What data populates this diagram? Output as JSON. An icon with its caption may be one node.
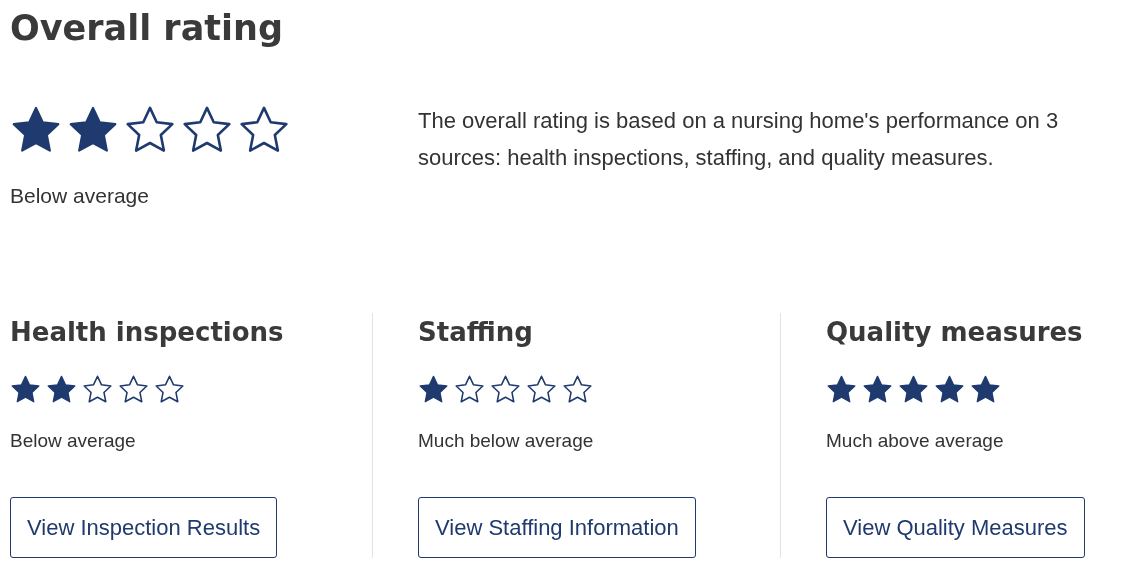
{
  "diagram": {
    "title": "Overall rating",
    "nodes": [
      {
        "text": [
          "View Inspection Results"
        ]
      },
      {
        "text": [
          "View Staffing Information"
        ]
      },
      {
        "text": [
          "View Quality Measures"
        ]
      }
    ],
    "labels": [
      "Below average",
      "The overall rating is based on a nursing home's performance on 3 sources: health inspections, staffing, and quality measures.",
      "Health inspections",
      "Below average",
      "Staffing",
      "Much below average",
      "Quality measures",
      "Much above average"
    ]
  }
}
